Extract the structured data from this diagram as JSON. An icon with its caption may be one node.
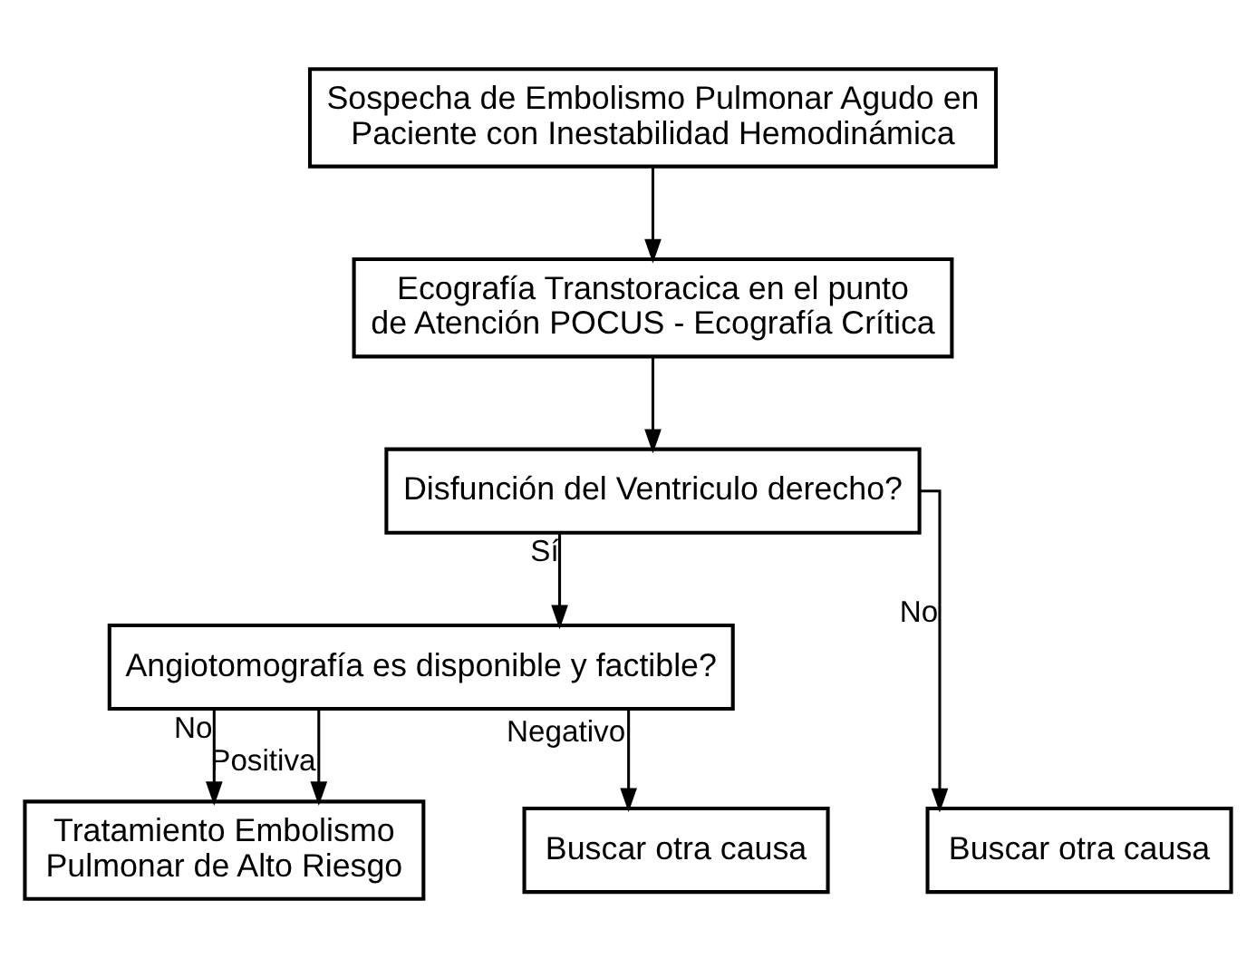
{
  "diagram": {
    "nodes": [
      {
        "text": [
          "Sospecha de Embolismo Pulmonar Agudo en Paciente con Inestabilidad Hemodinámica"
        ]
      },
      {
        "text": [
          "Ecografía Transtoracica en el punto de Atención POCUS - Ecografía Crítica"
        ]
      },
      {
        "text": [
          "Disfunción del Ventriculo derecho?"
        ]
      },
      {
        "text": [
          "Angiotomografía es disponible y factible?"
        ]
      },
      {
        "text": [
          "Buscar otra causa"
        ]
      },
      {
        "text": [
          "Tratamiento Embolismo Pulmonar de Alto Riesgo"
        ]
      },
      {
        "text": [
          "Buscar otra causa"
        ]
      }
    ],
    "edges": [
      {
        "from": 0,
        "to": 1,
        "arrow": "to"
      },
      {
        "from": 1,
        "to": 2,
        "arrow": "to"
      },
      {
        "from": 2,
        "to": 4,
        "arrow": "to",
        "label": "No"
      },
      {
        "from": 2,
        "to": 3,
        "arrow": "to",
        "label": "Sí"
      },
      {
        "from": 3,
        "to": 5,
        "arrow": "to",
        "label": "No"
      },
      {
        "from": 3,
        "to": 5,
        "arrow": "to",
        "label": "Positiva"
      },
      {
        "from": 3,
        "to": 6,
        "arrow": "to",
        "label": "Negativo"
      }
    ]
  }
}
